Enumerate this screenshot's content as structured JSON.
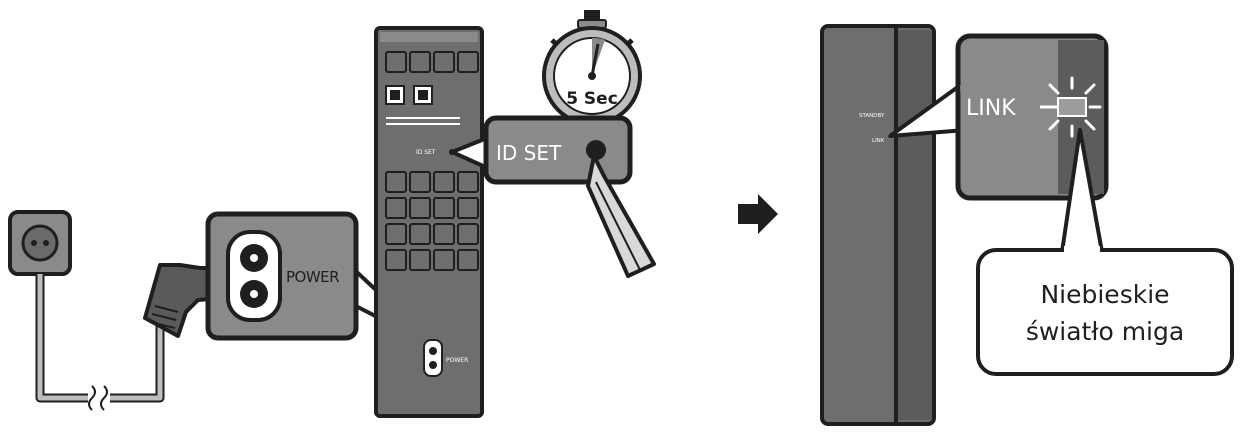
{
  "left_panel": {
    "power_label": "POWER",
    "id_set_label": "ID SET",
    "timer_label": "5 Sec",
    "small_port_label": "ID SET",
    "small_power_label": "POWER"
  },
  "right_panel": {
    "standby_label": "STANDBY",
    "link_small_label": "LINK",
    "link_label": "LINK",
    "callout_line1": "Niebieskie",
    "callout_line2": "światło miga"
  },
  "colors": {
    "dark": "#1f1f1f",
    "mid_gray": "#7a7a7a",
    "panel_gray": "#8a8a8a",
    "light_gray": "#bdbdbd",
    "white": "#ffffff"
  }
}
